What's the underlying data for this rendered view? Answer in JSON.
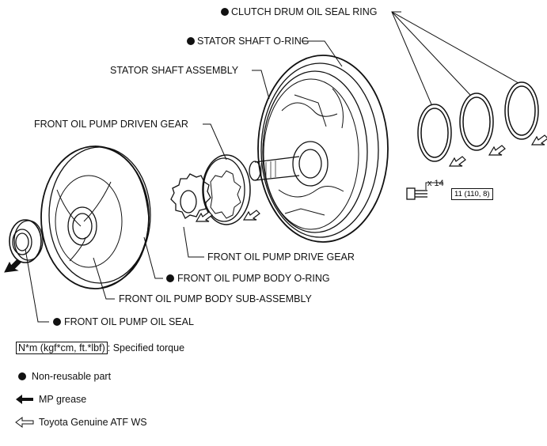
{
  "labels": {
    "clutch_drum_oil_seal_ring": "CLUTCH DRUM OIL SEAL RING",
    "stator_shaft_o_ring": "STATOR SHAFT  O-RING",
    "stator_shaft_assembly": "STATOR SHAFT ASSEMBLY",
    "front_oil_pump_driven_gear": "FRONT OIL PUMP DRIVEN GEAR",
    "front_oil_pump_drive_gear": "FRONT OIL PUMP DRIVE GEAR",
    "front_oil_pump_body_o_ring": "FRONT OIL PUMP BODY O-RING",
    "front_oil_pump_body_sub_assembly": "FRONT OIL PUMP BODY SUB-ASSEMBLY",
    "front_oil_pump_oil_seal": "FRONT OIL PUMP OIL SEAL"
  },
  "bolt": {
    "count": "x 14",
    "torque": "11 (110, 8)"
  },
  "legend": {
    "torque_unit": "N*m (kgf*cm, ft.*lbf)",
    "torque_desc": ": Specified torque",
    "non_reusable": "Non-reusable part",
    "mp_grease": "MP grease",
    "atf": "Toyota Genuine ATF WS"
  }
}
